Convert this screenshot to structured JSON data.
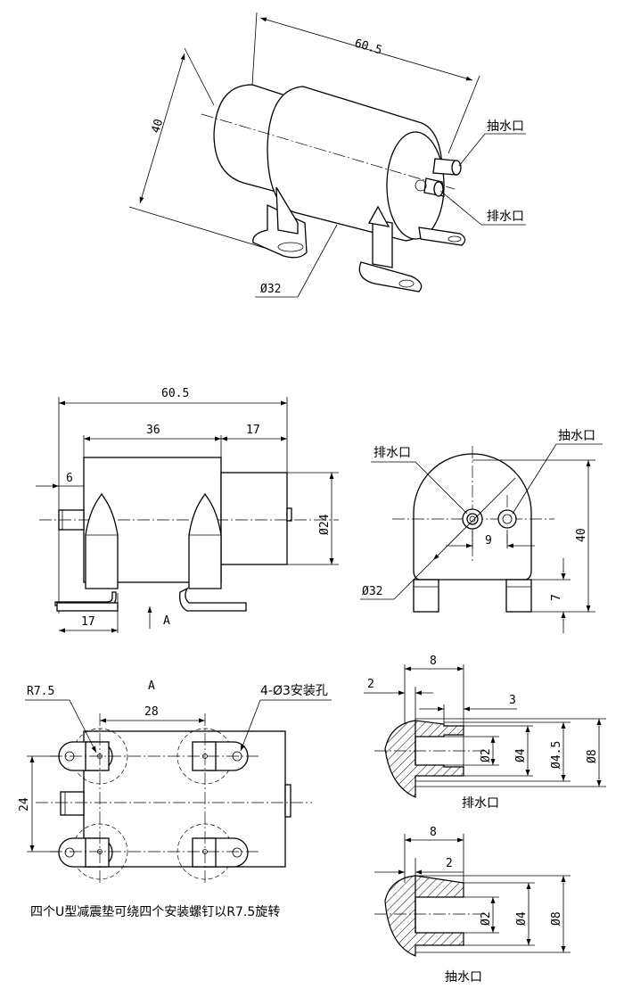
{
  "isometric": {
    "dim_length": "60.5",
    "dim_height": "40",
    "dim_diameter": "Ø32",
    "label_suction": "抽水口",
    "label_drain": "排水口"
  },
  "front_view": {
    "dim_total": "60.5",
    "dim_body": "36",
    "dim_motor": "17",
    "dim_nozzle": "6",
    "dim_motor_dia": "Ø24",
    "dim_foot": "17",
    "view_arrow_label": "A"
  },
  "side_view": {
    "label_drain": "排水口",
    "label_suction": "抽水口",
    "dim_height": "40",
    "dim_spacing": "9",
    "dim_diameter": "Ø32",
    "dim_foot": "7"
  },
  "view_a": {
    "title": "A",
    "label_radius": "R7.5",
    "label_holes": "4-Ø3安装孔",
    "dim_spacing_x": "28",
    "dim_spacing_y": "24",
    "note": "四个U型减震垫可绕四个安装螺钉以R7.5旋转"
  },
  "drain_detail": {
    "dim_length": "8",
    "dim_head": "2",
    "dim_tip": "3",
    "dim_bore": "Ø2",
    "dim_od": "Ø4",
    "dim_collar": "Ø4.5",
    "dim_base": "Ø8",
    "caption": "排水口"
  },
  "suction_detail": {
    "dim_length": "8",
    "dim_head": "2",
    "dim_bore": "Ø2",
    "dim_od": "Ø4",
    "dim_base": "Ø8",
    "caption": "抽水口"
  }
}
